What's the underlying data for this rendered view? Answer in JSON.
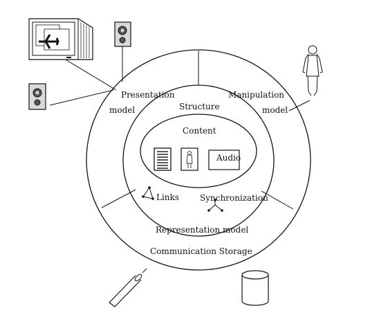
{
  "labels": {
    "presentation_line1": "Presentation",
    "presentation_line2": "model",
    "manipulation_line1": "Manipulation",
    "manipulation_line2": "model",
    "structure": "Structure",
    "content": "Content",
    "audio": "Audio",
    "links": "Links",
    "synchronization": "Synchronization",
    "representation": "Representation model",
    "communication_storage": "Communication Storage"
  },
  "icons": {
    "monitor": "monitor-icon",
    "speaker": "speaker-icon",
    "person": "person-icon",
    "document": "document-icon",
    "cable": "cable-icon",
    "storage": "storage-cylinder-icon"
  },
  "colors": {
    "line": "#111111",
    "background": "#ffffff",
    "speaker_fill": "#d9d9d9",
    "speaker_cone": "#555555"
  }
}
